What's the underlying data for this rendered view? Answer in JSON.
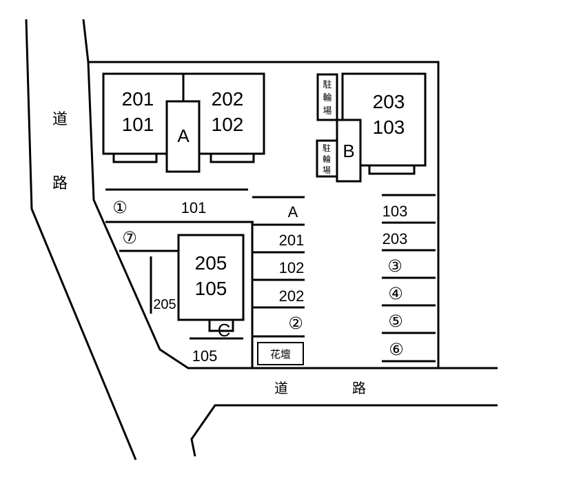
{
  "buildings": {
    "block_201_101": {
      "upper": "201",
      "lower": "101"
    },
    "block_202_102": {
      "upper": "202",
      "lower": "102"
    },
    "block_203_103": {
      "upper": "203",
      "lower": "103"
    },
    "block_205_105": {
      "upper": "205",
      "lower": "105"
    },
    "stair_a": "A",
    "stair_b": "B",
    "stair_c": "C"
  },
  "bike_parking": {
    "upper": [
      "駐",
      "輪",
      "場"
    ],
    "lower": [
      "駐",
      "輪",
      "場"
    ]
  },
  "flower_bed": "花壇",
  "roads": {
    "left_chars": [
      "道",
      "路"
    ],
    "bottom_chars": [
      "道",
      "路"
    ]
  },
  "parking": {
    "top_row": [
      "①",
      "101"
    ],
    "second_row": [
      "⑦"
    ],
    "side_205": "205",
    "label_105": "105",
    "middle_column": [
      "A",
      "201",
      "102",
      "202",
      "②"
    ],
    "right_column": [
      "103",
      "203",
      "③",
      "④",
      "⑤",
      "⑥"
    ]
  }
}
